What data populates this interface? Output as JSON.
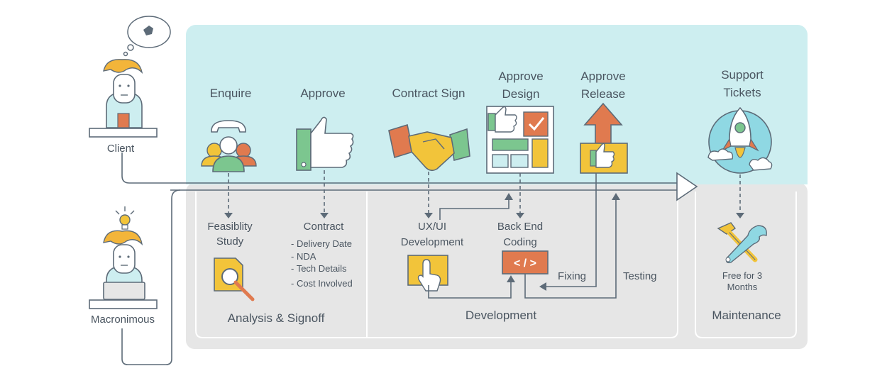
{
  "actors": {
    "client": "Client",
    "company": "Macronimous"
  },
  "stages": {
    "enquire": "Enquire",
    "approve": "Approve",
    "contract_sign": "Contract Sign",
    "approve_design": [
      "Approve",
      "Design"
    ],
    "approve_release": [
      "Approve",
      "Release"
    ],
    "support_tickets": [
      "Support",
      "Tickets"
    ]
  },
  "tasks": {
    "feasibility": [
      "Feasiblity",
      "Study"
    ],
    "contract": {
      "title": "Contract",
      "items": [
        "- Delivery Date",
        "- NDA",
        "- Tech Details",
        "- Cost Involved"
      ]
    },
    "uxui": [
      "UX/UI",
      "Development"
    ],
    "backend": [
      "Back End",
      "Coding"
    ],
    "code_symbol": "< / >",
    "fixing": "Fixing",
    "testing": "Testing",
    "free_support": [
      "Free for 3",
      "Months"
    ]
  },
  "sections": {
    "analysis": "Analysis & Signoff",
    "development": "Development",
    "maintenance": "Maintenance"
  },
  "colors": {
    "client_band": "#cdeef0",
    "company_band": "#e6e6e6",
    "line": "#5d6b78",
    "orange": "#e07a4f",
    "yellow": "#f2c43a",
    "green": "#7cc68f",
    "hair": "#f3b53a"
  }
}
